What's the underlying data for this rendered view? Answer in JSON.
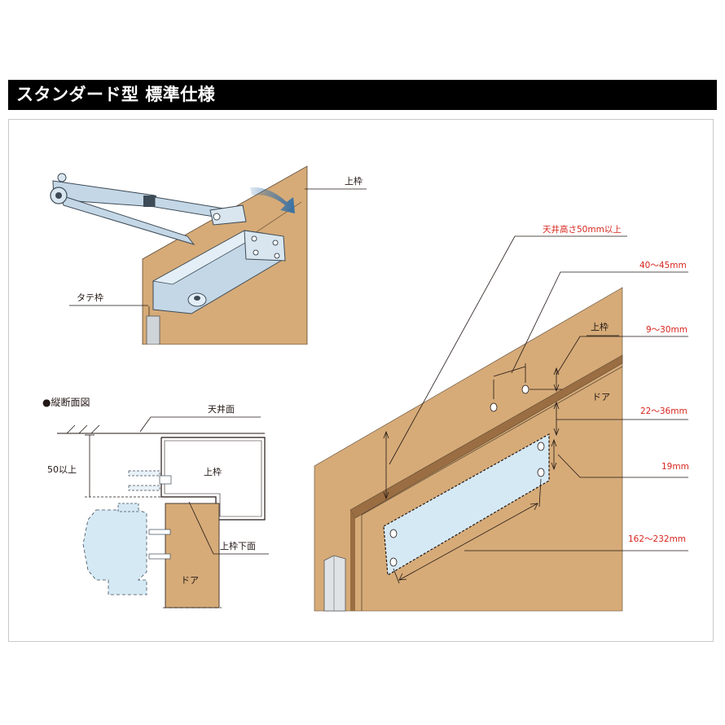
{
  "header": {
    "title": "スタンダード型 標準仕様"
  },
  "top_figure": {
    "label_upper_frame": "上枠",
    "label_side_frame": "タテ枠"
  },
  "section": {
    "title": "●縦断面図",
    "label_ceiling": "天井面",
    "label_min": "50以上",
    "label_upper_frame": "上枠",
    "label_frame_bottom": "上枠下面",
    "label_door": "ドア"
  },
  "right_figure": {
    "label_ceiling_height": "天井高さ50mm以上",
    "dim_1": "40～45mm",
    "label_upper_frame": "上枠",
    "dim_2": "9～30mm",
    "label_door": "ドア",
    "dim_3": "22～36mm",
    "dim_4": "19mm",
    "dim_5": "162～232mm"
  },
  "colors": {
    "wood": "#d6ab78",
    "wood_dark": "#a87b4c",
    "metal": "#c4d7e6",
    "plate": "#d5e9f5",
    "arrow_blue": "#2f6ea8",
    "dim_red": "#d7261e"
  }
}
